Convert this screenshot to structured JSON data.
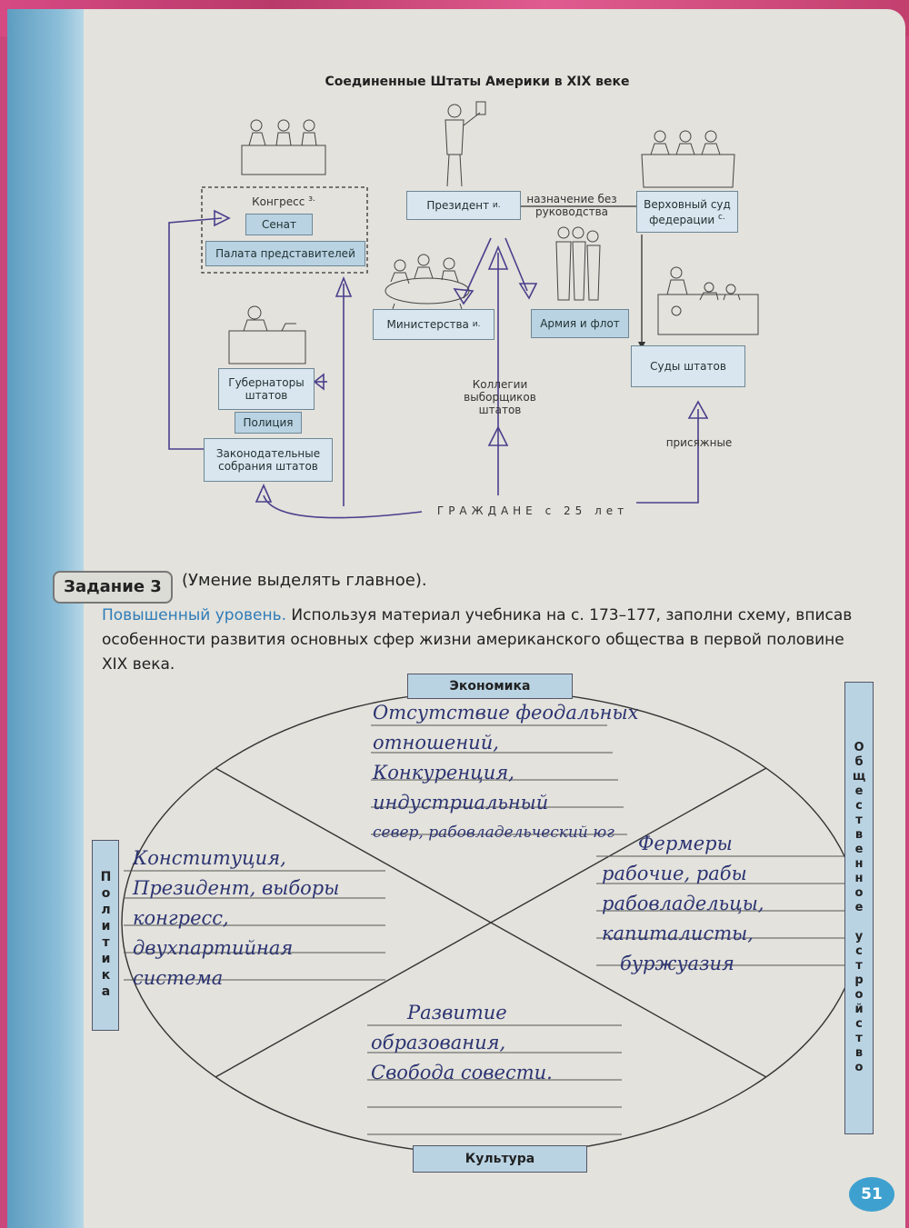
{
  "diagram": {
    "title": "Соединенные Штаты Америки в XIX веке",
    "congress": {
      "label": "Конгресс",
      "mark": "з."
    },
    "senate": "Сенат",
    "house": "Палата представителей",
    "president": {
      "label": "Президент",
      "mark": "и."
    },
    "appointment": "назначение без руководства",
    "supreme_court": {
      "label": "Верховный суд федерации",
      "mark": "с."
    },
    "ministries": {
      "label": "Министерства",
      "mark": "и."
    },
    "army": "Армия и флот",
    "governors": "Губернаторы штатов",
    "police": "Полиция",
    "state_courts": "Суды штатов",
    "electors": "Коллегии выборщиков штатов",
    "legislatures": "Законодательные собрания штатов",
    "jurors": "присяжные",
    "citizens": "ГРАЖДАНЕ с 25 лет"
  },
  "task": {
    "badge": "Задание 3",
    "title": "(Умение выделять главное).",
    "level": "Повышенный уровень.",
    "text": "Используя материал учебника на с. 173–177, заполни схему, вписав особенности развития основных сфер жизни американского общества в первой половине XIX века."
  },
  "spheres": {
    "economy": "Экономика",
    "politics": "Политика",
    "society": "Общественное устройство",
    "culture": "Культура"
  },
  "answers": {
    "economy": [
      "Отсутствие феодальных",
      "отношений,",
      "Конкуренция,",
      "индустриальный",
      "север, рабовладельческий юг"
    ],
    "politics": [
      "Конституция,",
      "Президент, выборы",
      "конгресс,",
      "двухпартийная",
      "система"
    ],
    "society": [
      "Фермеры",
      "рабочие, рабы",
      "рабовладельцы,",
      "капиталисты,",
      "буржуазия"
    ],
    "culture": [
      "Развитие",
      "образования,",
      "Свобода совести."
    ]
  },
  "page_number": "51"
}
